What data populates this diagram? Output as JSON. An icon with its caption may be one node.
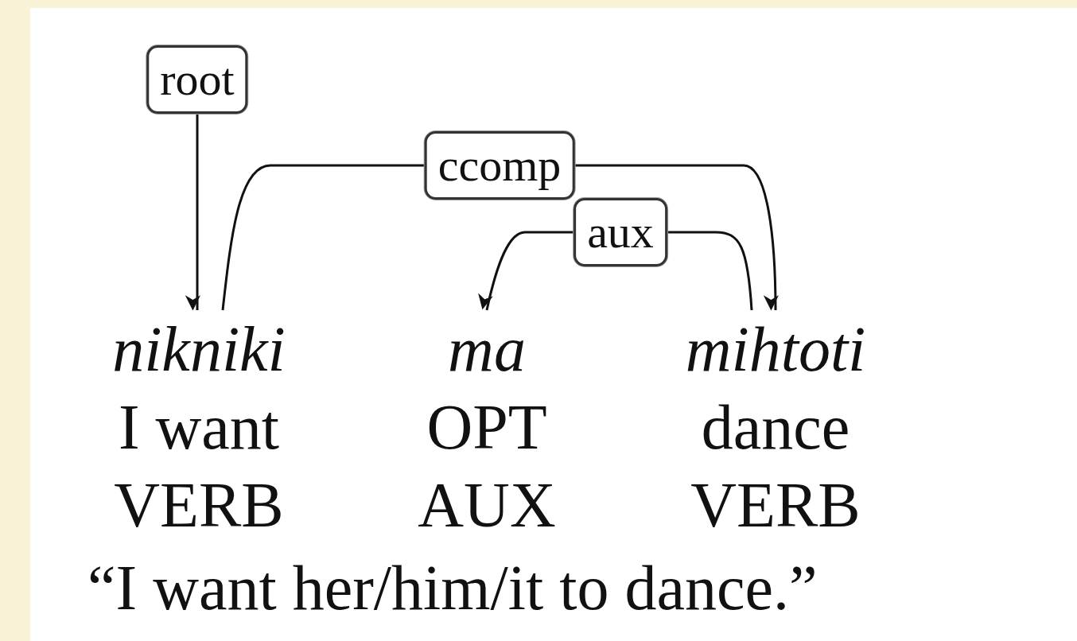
{
  "diagram": {
    "nodes": [
      {
        "text": [
          "nikniki",
          "I want",
          "VERB"
        ]
      },
      {
        "text": [
          "ma",
          "OPT",
          "AUX"
        ]
      },
      {
        "text": [
          "mihtoti",
          "dance",
          "VERB"
        ]
      }
    ],
    "edges": [
      {
        "from": null,
        "to": 0,
        "arrow": "to",
        "label": "root"
      },
      {
        "from": 0,
        "to": 2,
        "arrow": "to",
        "label": "ccomp"
      },
      {
        "from": 2,
        "to": 1,
        "arrow": "to",
        "label": "aux"
      }
    ],
    "labels": [
      "“I want her/him/it to dance.”"
    ]
  }
}
